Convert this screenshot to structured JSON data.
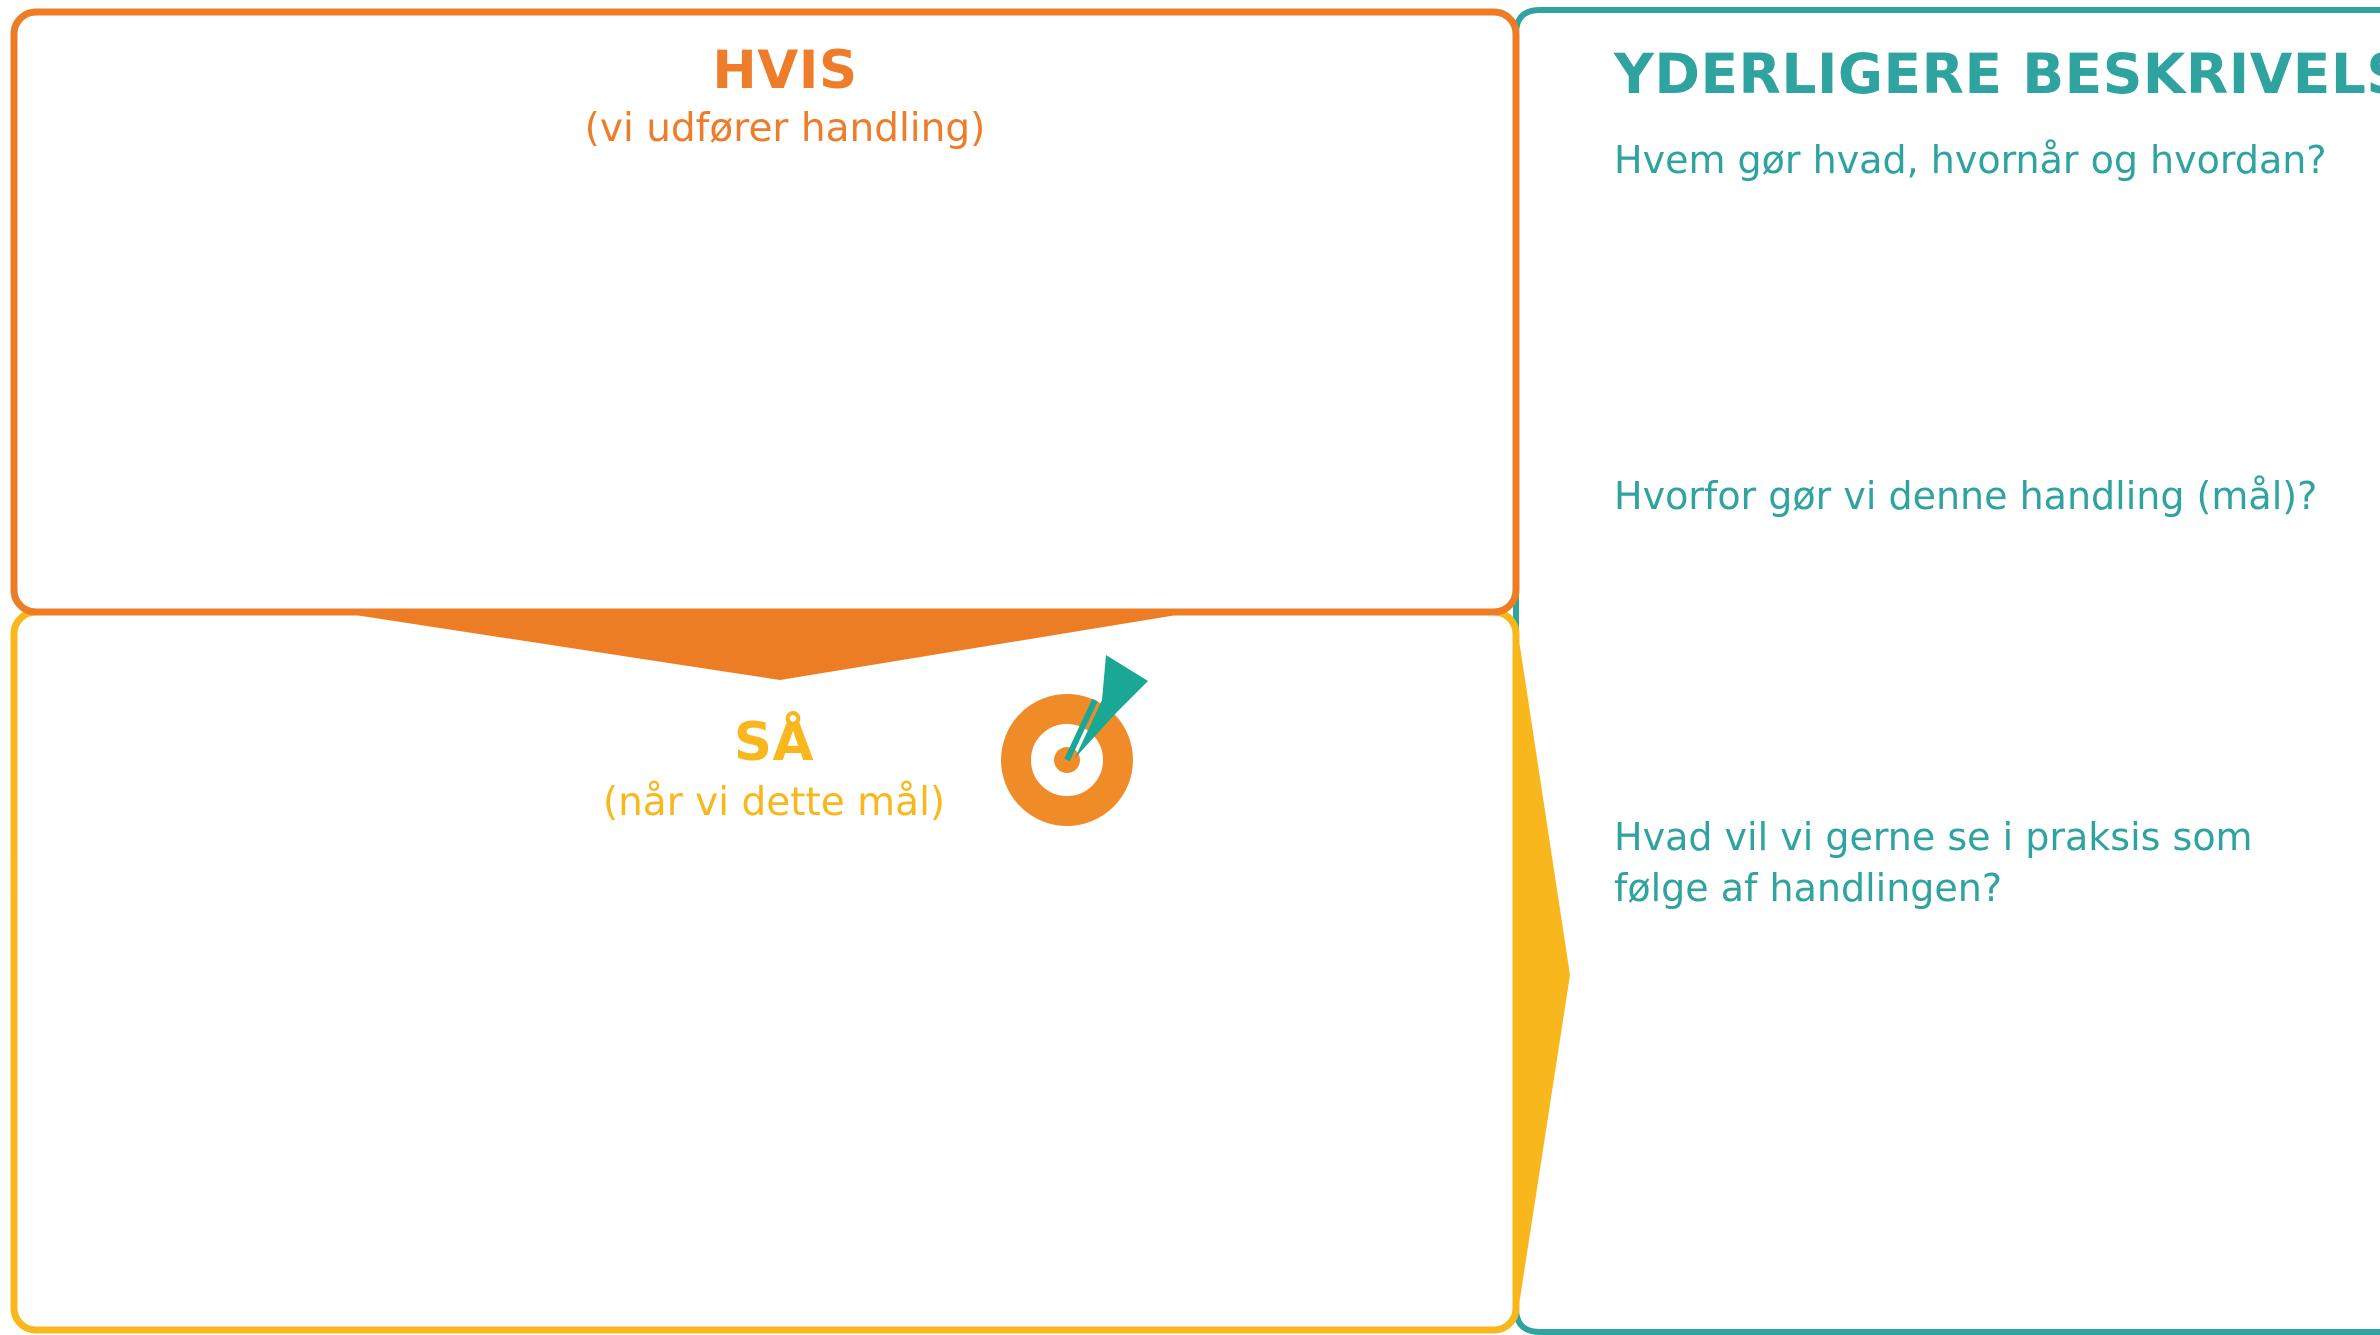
{
  "colors": {
    "orange": "#ED7D25",
    "orange_text": "#ED7D2B",
    "yellow": "#F8B71C",
    "teal": "#2EA39F",
    "target_orange": "#F08C28",
    "arrow_teal": "#1AA796"
  },
  "hvis": {
    "title": "HVIS",
    "subtitle": "(vi udfører handling)"
  },
  "saa": {
    "title": "SÅ",
    "subtitle": "(når vi dette mål)"
  },
  "side_panel": {
    "title": "YDERLIGERE BESKRIVELSE",
    "questions": [
      "Hvem gør hvad, hvornår og hvordan?",
      "Hvorfor gør vi denne handling (mål)?",
      "Hvad vil vi gerne se i praksis som følge af handlingen?"
    ]
  },
  "icons": {
    "target": "target-icon",
    "dart": "dart-arrow-icon"
  }
}
